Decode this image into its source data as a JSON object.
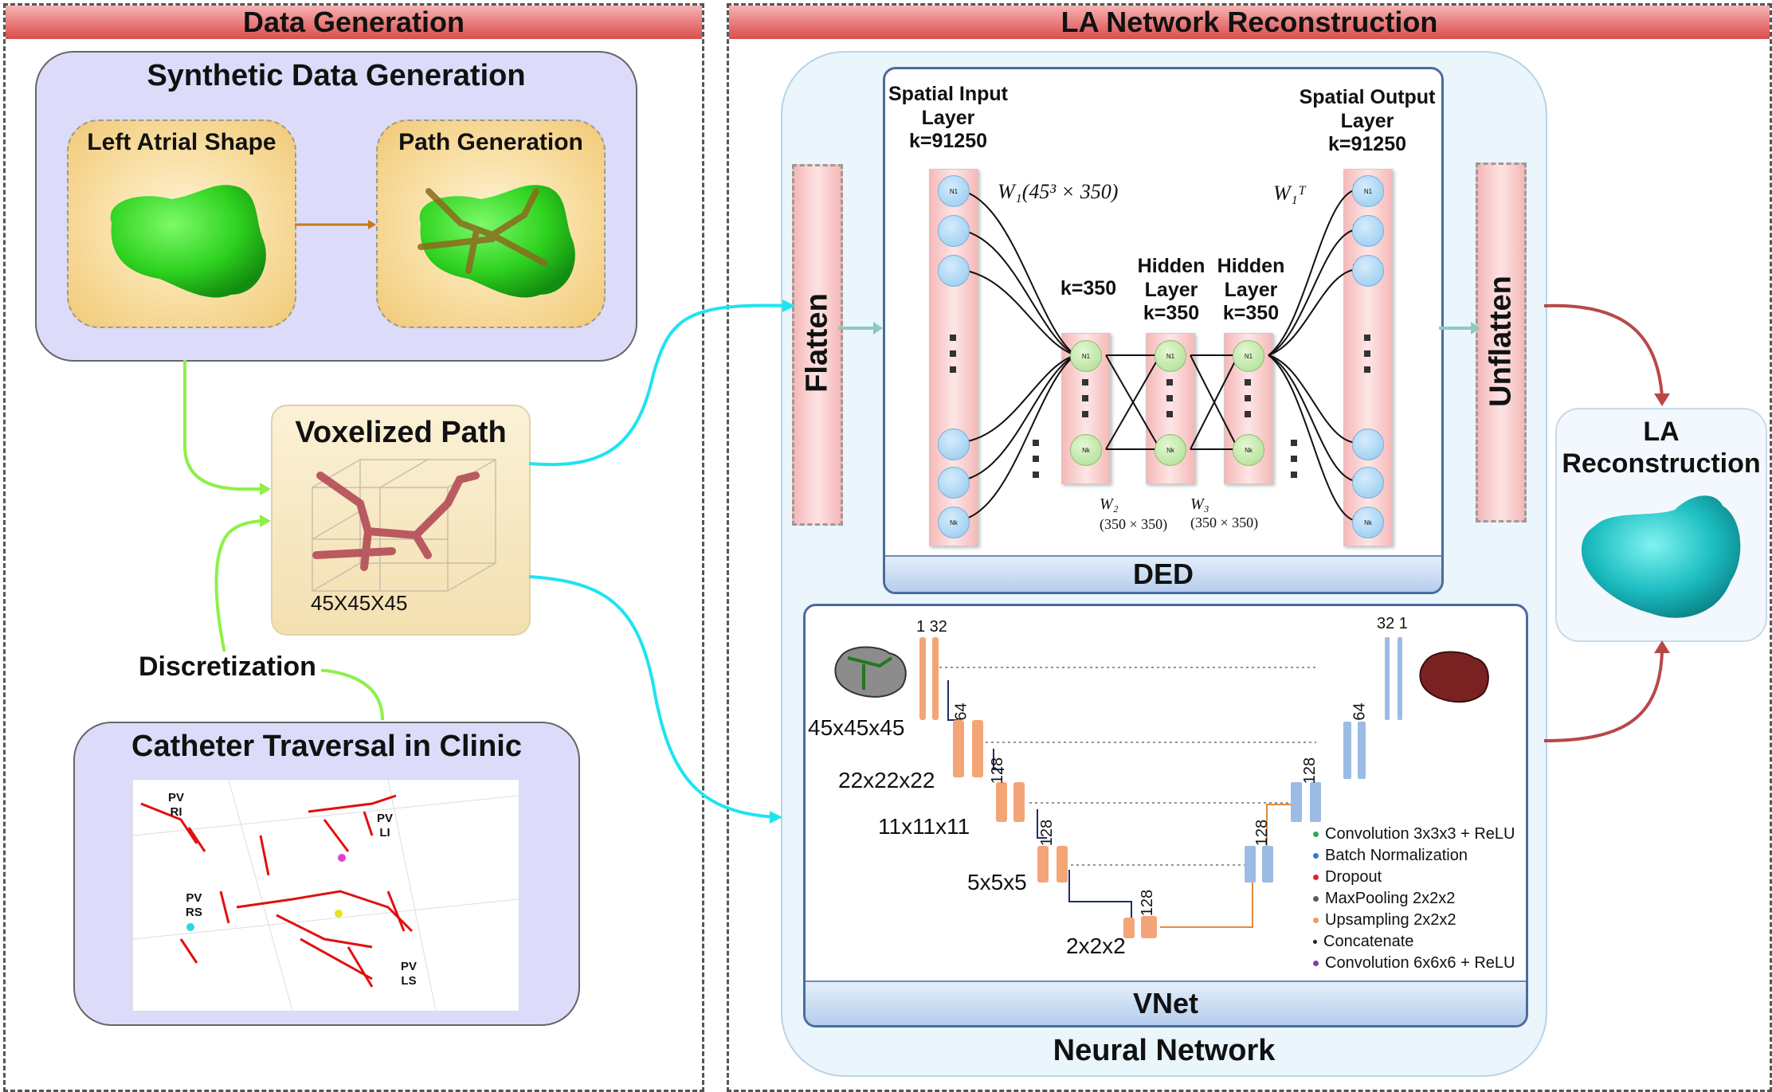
{
  "panels": {
    "left_title": "Data Generation",
    "right_title": "LA Network Reconstruction"
  },
  "synthetic": {
    "title": "Synthetic Data Generation",
    "shape_label": "Left Atrial Shape",
    "path_label": "Path Generation"
  },
  "voxelized": {
    "title": "Voxelized Path",
    "size": "45X45X45"
  },
  "discretization": "Discretization",
  "clinic": {
    "title": "Catheter Traversal in Clinic",
    "pv_ri": [
      "PV",
      "RI"
    ],
    "pv_li": [
      "PV",
      "LI"
    ],
    "pv_rs": [
      "PV",
      "RS"
    ],
    "pv_ls": [
      "PV",
      "LS"
    ]
  },
  "ded": {
    "flatten": "Flatten",
    "unflatten": "Unflatten",
    "input_layer": [
      "Spatial Input",
      "Layer",
      "k=91250"
    ],
    "output_layer": [
      "Spatial Output",
      "Layer",
      "k=91250"
    ],
    "k350": "k=350",
    "hidden1": [
      "Hidden",
      "Layer",
      "k=350"
    ],
    "hidden2": [
      "Hidden",
      "Layer",
      "k=350"
    ],
    "w1": "W₁(45³ × 350)",
    "w1t": "W₁ᵀ",
    "w2": "W₂",
    "w2dim": "(350 × 350)",
    "w3": "W₃",
    "w3dim": "(350 × 350)",
    "node_first": "N1",
    "node_last": "Nk",
    "footer": "DED"
  },
  "vnet": {
    "footer": "VNet",
    "res1": "45x45x45",
    "res2": "22x22x22",
    "res3": "11x11x11",
    "res4": "5x5x5",
    "res5": "2x2x2",
    "top_left_channels": "1 32",
    "top_right_channels": "32 1",
    "c64": "64",
    "c128": "128",
    "legend": [
      {
        "label": "Convolution 3x3x3 + ReLU",
        "color": "#2fa84f"
      },
      {
        "label": "Batch Normalization",
        "color": "#2b7bd6"
      },
      {
        "label": "Dropout",
        "color": "#e0262b"
      },
      {
        "label": "MaxPooling 2x2x2",
        "color": "#555b66"
      },
      {
        "label": "Upsampling 2x2x2",
        "color": "#f29a5b"
      },
      {
        "label": "Concatenate",
        "color": "#222222"
      },
      {
        "label": "Convolution 6x6x6 + ReLU",
        "color": "#7b3fb0"
      }
    ]
  },
  "nn_label": "Neural Network",
  "la_recon": [
    "LA",
    "Reconstruction"
  ]
}
